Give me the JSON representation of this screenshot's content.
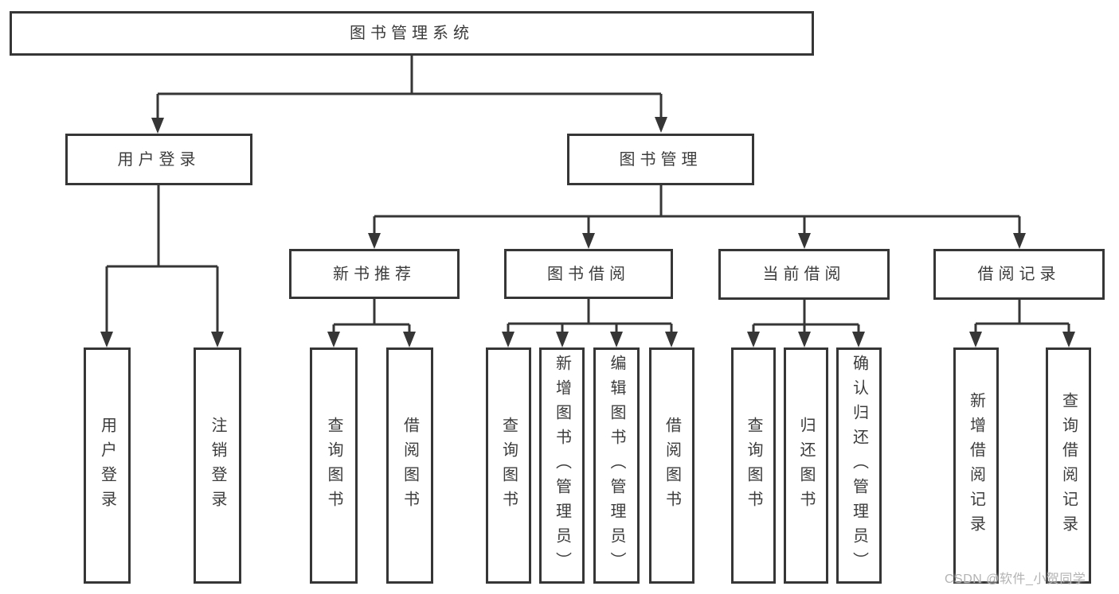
{
  "diagram_title": "图书管理系统",
  "nodes": {
    "root": "图书管理系统",
    "level2": {
      "user_login": "用户登录",
      "book_management": "图书管理"
    },
    "level3": {
      "new_book_recommendation": "新书推荐",
      "book_borrowing": "图书借阅",
      "current_borrowing": "当前借阅",
      "borrowing_records": "借阅记录"
    },
    "leaves": {
      "user_login": "用户登录",
      "logout": "注销登录",
      "new_book_rec_query_books": "查询图书",
      "new_book_rec_borrow_books": "借阅图书",
      "book_borrowing_query_books": "查询图书",
      "book_borrowing_add_books_admin": "新增图书（管理员）",
      "book_borrowing_edit_books_admin": "编辑图书（管理员）",
      "book_borrowing_borrow_books": "借阅图书",
      "current_borrowing_query_books": "查询图书",
      "current_borrowing_return_books": "归还图书",
      "current_borrowing_confirm_return_admin": "确认归还（管理员）",
      "borrowing_records_add_record": "新增借阅记录",
      "borrowing_records_query_record": "查询借阅记录"
    }
  },
  "watermark": {
    "text": "CSDN @软件_小贺同学"
  },
  "colors": {
    "line": "#363636",
    "box_border": "#363636",
    "label_text": "#3c3c3c",
    "watermark": "#b3b3b3",
    "background": "#ffffff"
  }
}
